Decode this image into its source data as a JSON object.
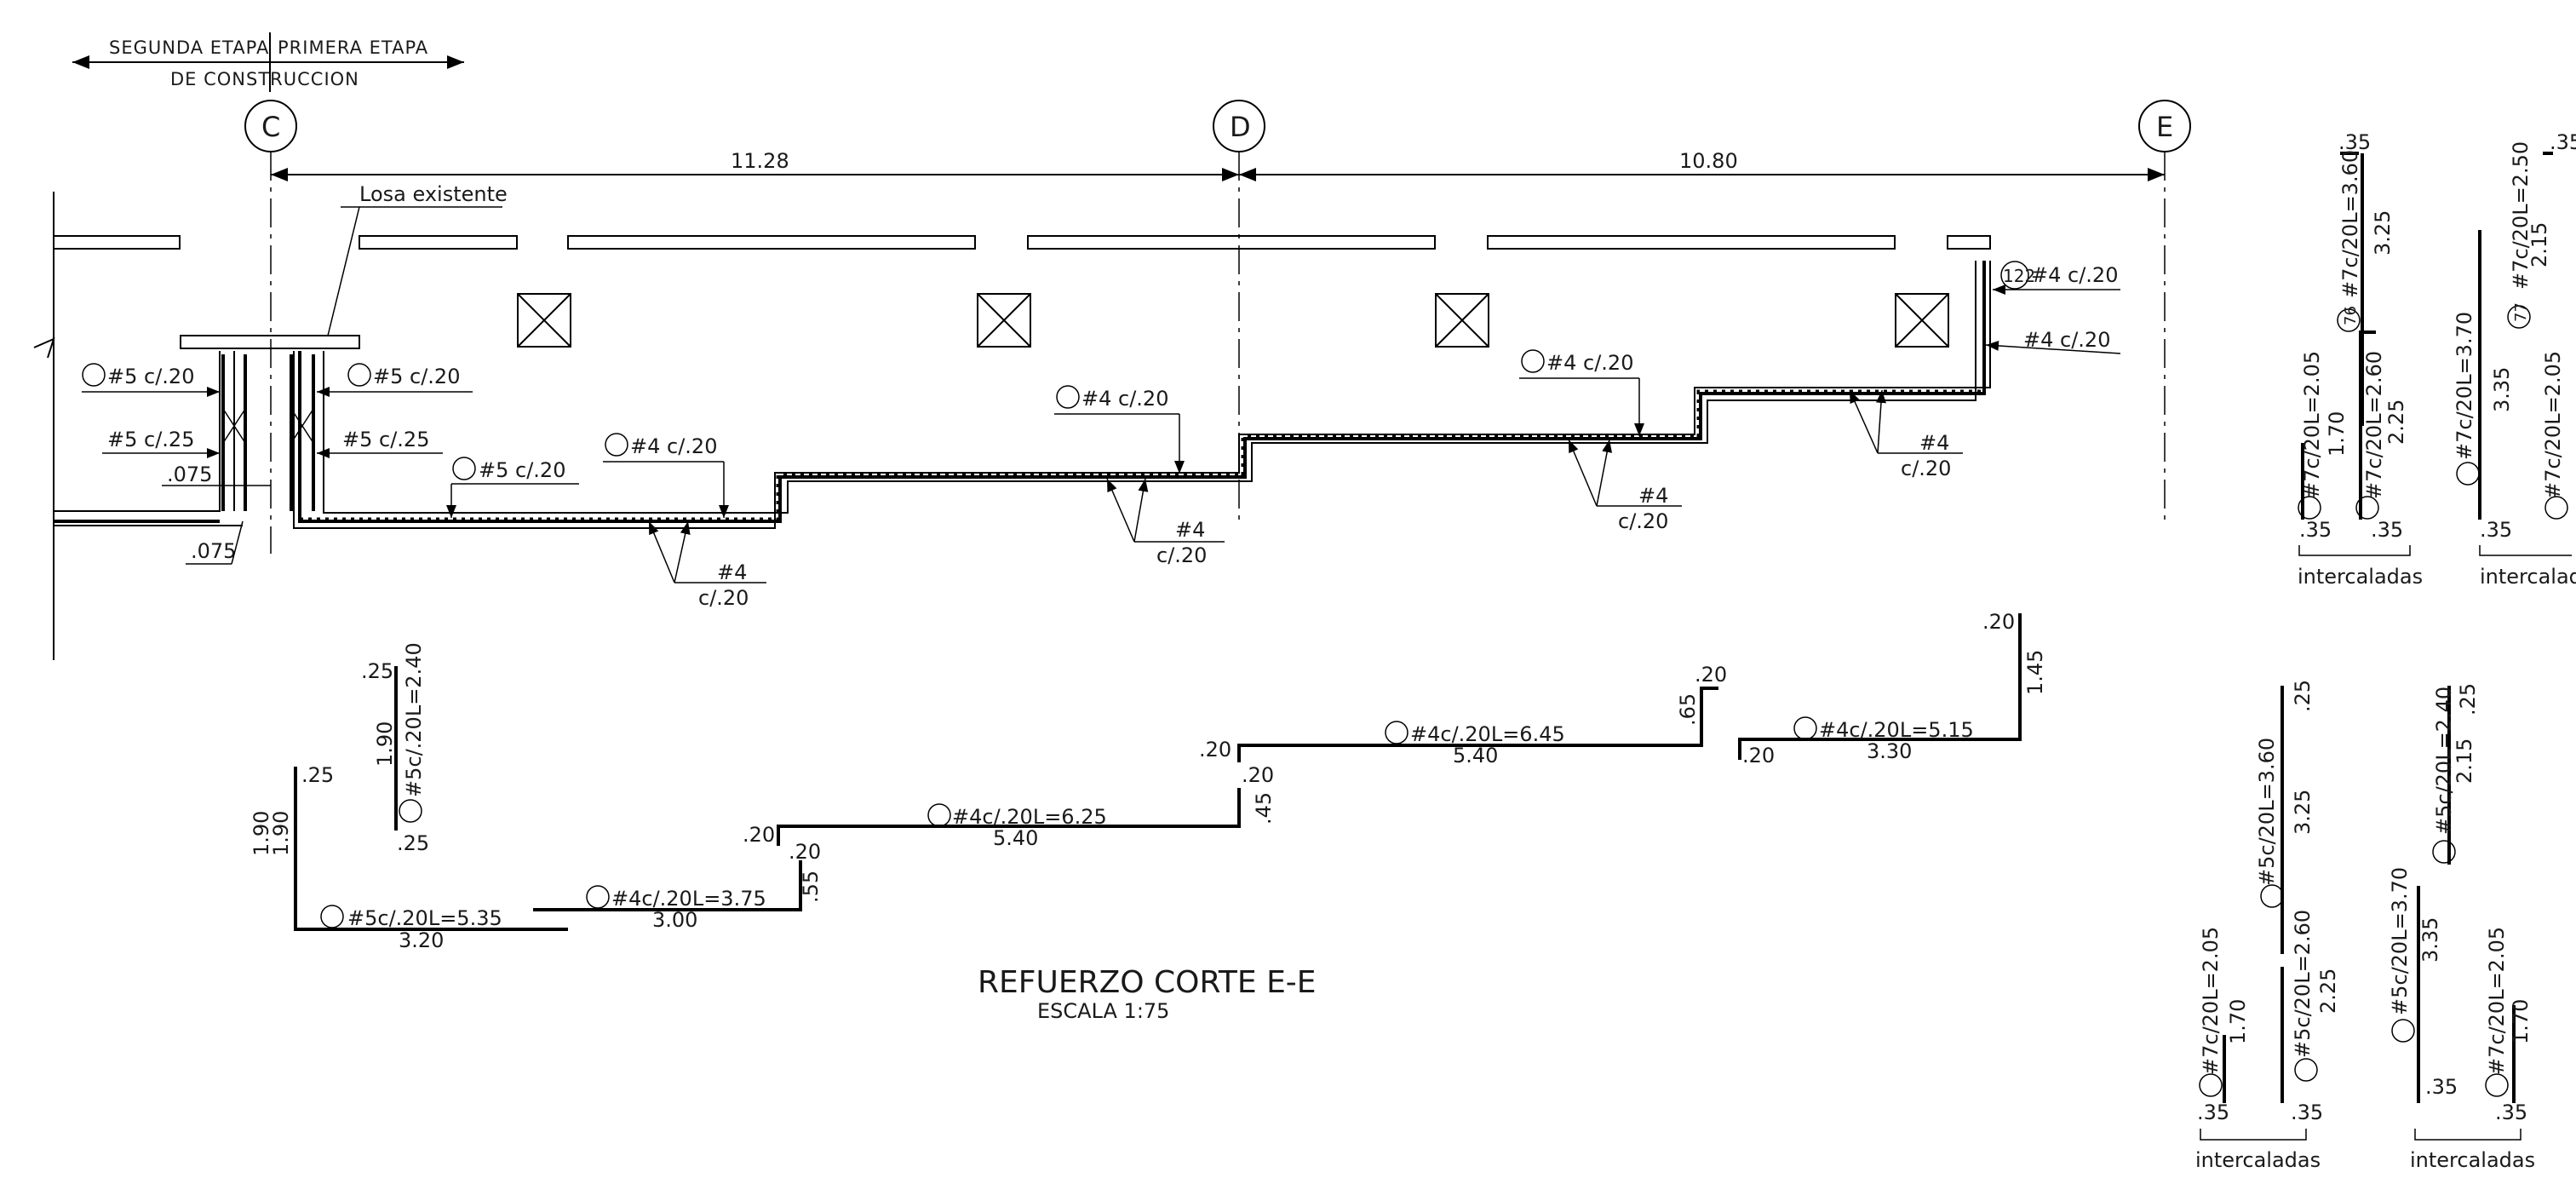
{
  "header": {
    "left": "SEGUNDA ETAPA",
    "right": "PRIMERA ETAPA",
    "sub": "DE CONSTRUCCION"
  },
  "axes": [
    {
      "label": "C"
    },
    {
      "label": "D"
    },
    {
      "label": "E"
    }
  ],
  "dimensions": {
    "cd": "11.28",
    "de": "10.80"
  },
  "labels": {
    "losa": "Losa existente",
    "n5c20": "#5 c/.20",
    "n5c25": "#5 c/.25",
    "n4c20": "#4 c/.20",
    "n4": "#4",
    "c20": "c/.20",
    "d075": ".075",
    "m122": "122",
    "m76": "76",
    "m77": "77"
  },
  "bars": {
    "b535": "#5c/.20L=5.35",
    "b435": "#4c/.20L=3.75",
    "b425": "#4c/.20L=6.25",
    "b445": "#4c/.20L=6.45",
    "b415": "#4c/.20L=5.15",
    "b524": "#5c/.20L=2.40",
    "b7205": "#7c/20L=2.05",
    "b7360": "#7c/20L=3.60",
    "b7260": "#7c/20L=2.60",
    "b7370": "#7c/20L=3.70",
    "b7250": "#7c/20L=2.50",
    "b5360": "#5c/20L=3.60",
    "b5260": "#5c/20L=2.60",
    "b5370": "#5c/20L=3.70",
    "b5240": "#5c/20L=2.40"
  },
  "nums": {
    "d320": "3.20",
    "d300": "3.00",
    "d540": "5.40",
    "d330": "3.30",
    "d190": "1.90",
    "d170": "1.70",
    "d325": "3.25",
    "d225": "2.25",
    "d335": "3.35",
    "d215": "2.15",
    "d145": "1.45",
    "d25": ".25",
    "d20": ".20",
    "d55": ".55",
    "d45": ".45",
    "d65": ".65",
    "d35": ".35"
  },
  "notes": {
    "intercaladas": "intercaladas"
  },
  "title": {
    "main": "REFUERZO CORTE E-E",
    "scale": "ESCALA     1:75"
  }
}
